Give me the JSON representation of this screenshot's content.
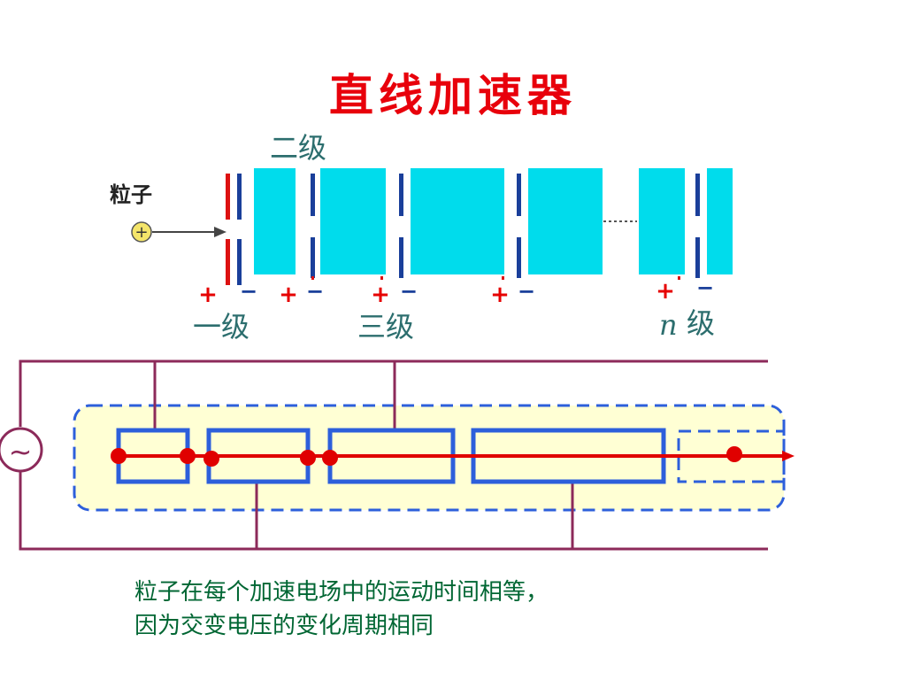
{
  "title": "直线加速器",
  "top_figure": {
    "particle_label": "粒子",
    "particle_symbol": "+",
    "stage_labels": {
      "stage_2": "二级",
      "stage_1": "一级",
      "stage_3": "三级",
      "stage_n_italic": "n",
      "stage_n_suffix": "级"
    },
    "plus_sign": "+",
    "minus_sign": "−",
    "colors": {
      "tube": "#00dcec",
      "plate_positive": "#dd1111",
      "plate_negative": "#1a3f9a",
      "sign_positive": "#e60000",
      "sign_negative": "#1a3f9a",
      "label_text": "#2c6e6e"
    }
  },
  "bottom_figure": {
    "ac_source_symbol": "~",
    "colors": {
      "wire": "#8c2a5a",
      "beam": "#e00000",
      "tube_outline": "#2d5fdb",
      "enclosure_fill": "#ffffd4",
      "enclosure_border": "#2d5fdb"
    }
  },
  "caption": {
    "line1": "粒子在每个加速电场中的运动时间相等，",
    "line2": "因为交变电压的变化周期相同"
  }
}
